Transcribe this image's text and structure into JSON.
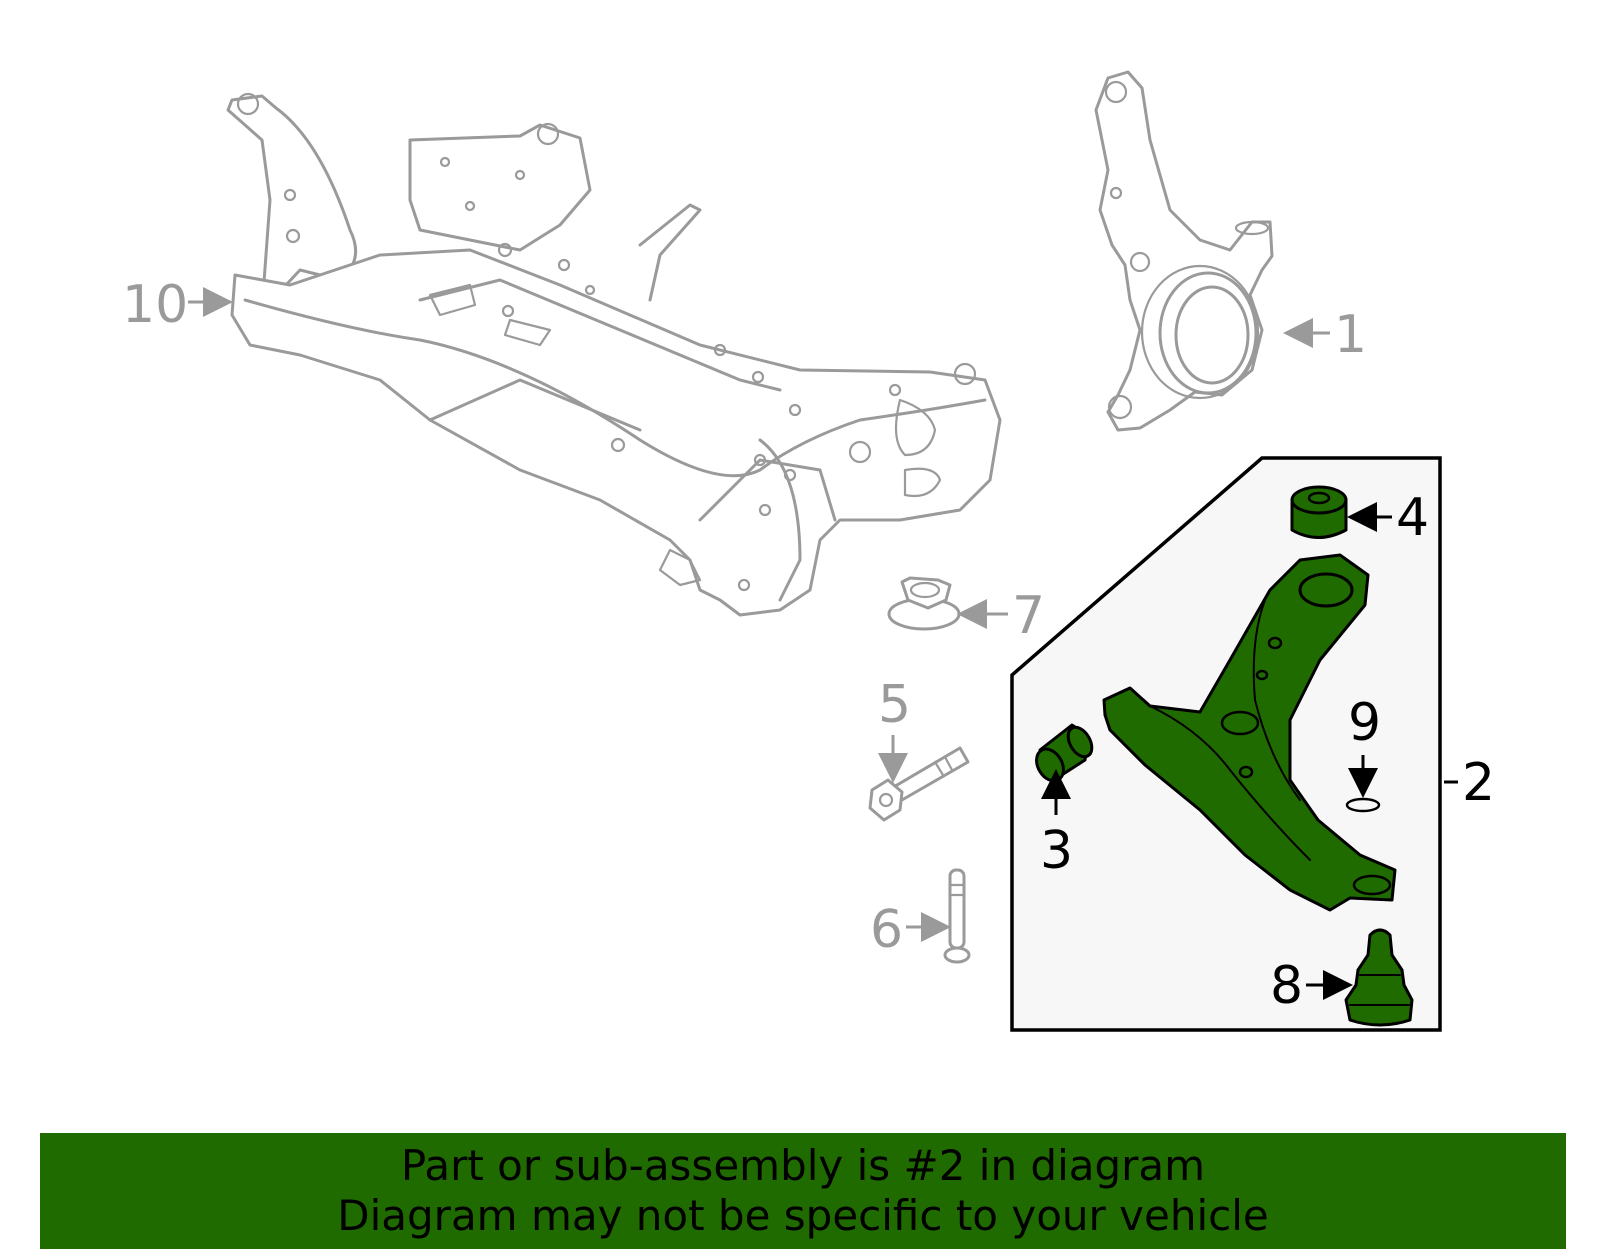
{
  "callouts": {
    "c1": "1",
    "c2": "2",
    "c3": "3",
    "c4": "4",
    "c5": "5",
    "c6": "6",
    "c7": "7",
    "c8": "8",
    "c9": "9",
    "c10": "10"
  },
  "highlighted_callout": "2",
  "colors": {
    "highlight_green": "#1f6b00",
    "unhighlighted_gray": "#9a9a9a",
    "box_background": "#f7f7f7"
  },
  "banner": {
    "line1": "Part or sub-assembly is #2 in diagram",
    "line2": "Diagram may not be specific to your vehicle"
  }
}
